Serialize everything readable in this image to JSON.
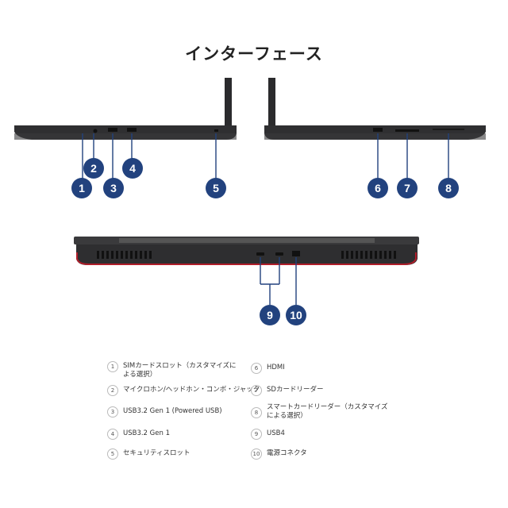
{
  "title": "インターフェース",
  "badges": [
    "1",
    "2",
    "3",
    "4",
    "5",
    "6",
    "7",
    "8",
    "9",
    "10"
  ],
  "legend": [
    {
      "num": "1",
      "text": "SIMカードスロット（カスタマイズによる選択）"
    },
    {
      "num": "2",
      "text": "マイクロホン/ヘッドホン・コンボ・ジャック"
    },
    {
      "num": "3",
      "text": "USB3.2 Gen 1 (Powered USB)"
    },
    {
      "num": "4",
      "text": "USB3.2 Gen 1"
    },
    {
      "num": "5",
      "text": "セキュリティスロット"
    },
    {
      "num": "6",
      "text": "HDMI"
    },
    {
      "num": "7",
      "text": "SDカードリーダー"
    },
    {
      "num": "8",
      "text": "スマートカードリーダー（カスタマイズによる選択）"
    },
    {
      "num": "9",
      "text": "USB4"
    },
    {
      "num": "10",
      "text": "電源コネクタ"
    }
  ],
  "colors": {
    "badge": "#22427e",
    "laptop": "#2b2b2d",
    "accent_red": "#b01e2a"
  }
}
